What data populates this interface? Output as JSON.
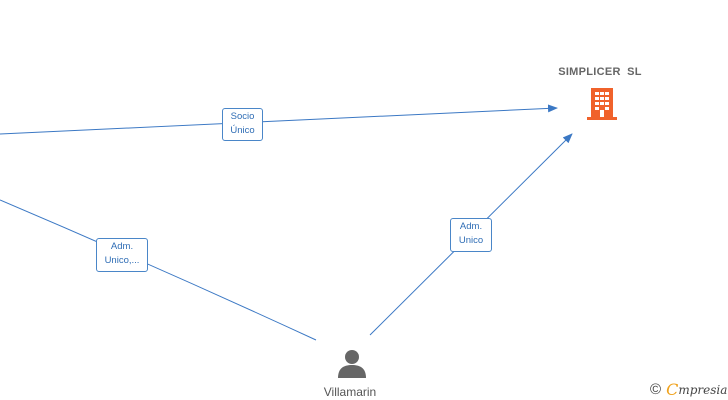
{
  "company": {
    "name": "SIMPLICER  SL",
    "icon": "building-icon",
    "color": "#f0622b"
  },
  "person": {
    "name": "Villamarin",
    "icon": "person-icon",
    "color": "#666666"
  },
  "edges": [
    {
      "label_line1": "Socio",
      "label_line2": "Único"
    },
    {
      "label_line1": "Adm.",
      "label_line2": "Unico,..."
    },
    {
      "label_line1": "Adm.",
      "label_line2": "Unico"
    }
  ],
  "edge_color": "#3b78c4",
  "brand": {
    "copyright": "©",
    "initial": "C",
    "rest": "mpresia"
  }
}
